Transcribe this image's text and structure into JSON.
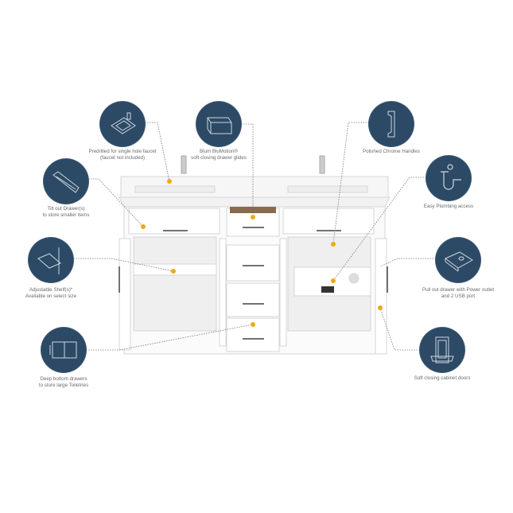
{
  "features": {
    "faucet": {
      "line1": "Predrilled for single hole faucet",
      "line2": "(faucet not included)",
      "icon": "sink-icon"
    },
    "glides": {
      "line1": "Blum BluMotion®",
      "line2": "soft-closing drawer glides",
      "icon": "drawer-box-icon"
    },
    "handles": {
      "line1": "Polished Chrome Handles",
      "icon": "handle-icon"
    },
    "tilt": {
      "line1": "Tilt out Drawer(s)",
      "line2": "to store smaller items",
      "icon": "tilt-drawer-icon"
    },
    "plumbing": {
      "line1": "Easy Plumbing access",
      "icon": "pipe-icon"
    },
    "shelf": {
      "line1": "Adjustable Shelf(s)*",
      "line2": "Available on select size",
      "icon": "shelf-icon"
    },
    "power": {
      "line1": "Pull out drawer with Power outlet",
      "line2": "and 2 USB port",
      "icon": "power-drawer-icon"
    },
    "deep": {
      "line1": "Deep bottom drawers",
      "line2": "to store large Toiletries",
      "icon": "deep-drawer-icon"
    },
    "doors": {
      "line1": "Soft closing cabinet doors",
      "icon": "cabinet-door-icon"
    }
  },
  "colors": {
    "badge": "#2c4a66",
    "marker": "#f0a818"
  }
}
